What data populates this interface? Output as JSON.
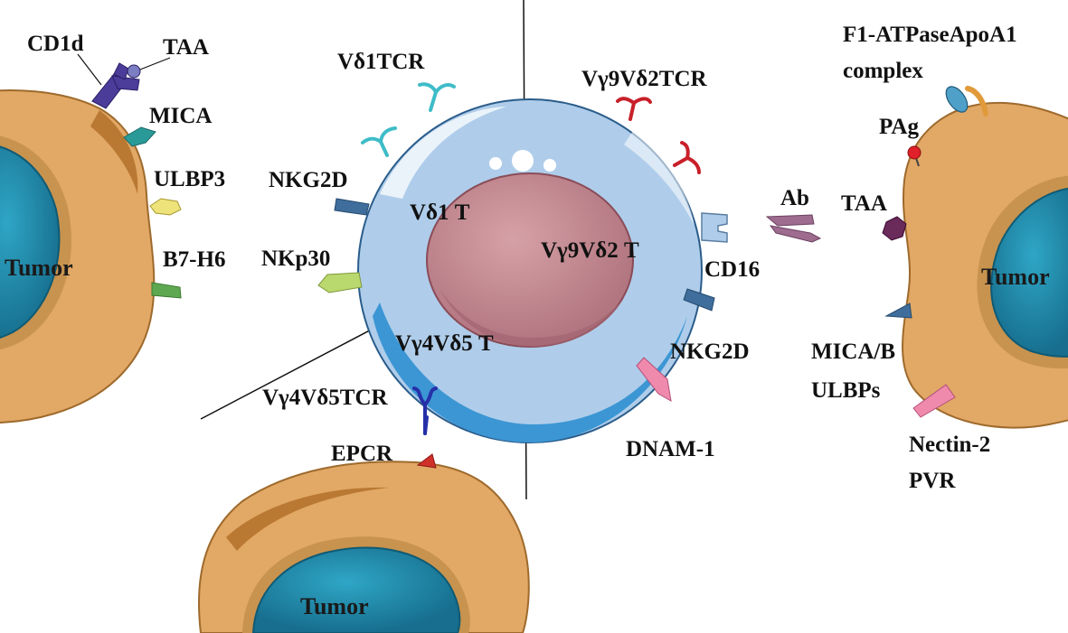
{
  "diagram": {
    "tumors": {
      "left": "Tumor",
      "bottom": "Tumor",
      "right": "Tumor"
    },
    "tcell": {
      "vd1_t": "Vδ1 T",
      "vg9vd2_t": "Vγ9Vδ2 T",
      "vg4vd5_t": "Vγ4Vδ5 T"
    },
    "labels": {
      "cd1d": "CD1d",
      "taa_left": "TAA",
      "mica": "MICA",
      "ulbp3": "ULBP3",
      "b7h6": "B7-H6",
      "vd1tcr": "Vδ1TCR",
      "nkg2d_left": "NKG2D",
      "nkp30": "NKp30",
      "vg4vd5tcr": "Vγ4Vδ5TCR",
      "epcr": "EPCR",
      "vg9vd2tcr": "Vγ9Vδ2TCR",
      "f1_line1": "F1-ATPaseApoA1",
      "f1_line2": "complex",
      "pag": "PAg",
      "ab": "Ab",
      "taa_right": "TAA",
      "cd16": "CD16",
      "nkg2d_right": "NKG2D",
      "mica_b": "MICA/B",
      "ulbps": "ULBPs",
      "dnam1": "DNAM-1",
      "nectin2": "Nectin-2",
      "pvr": "PVR"
    },
    "colors": {
      "tumor_cytoplasm": "#E2A866",
      "tumor_dark": "#B97932",
      "nucleus_teal": "#1E87A8",
      "cell_body": "#AFCDEA",
      "cell_ring": "#3C96D4",
      "cell_nucleus": "#C68A92",
      "cd1d": "#4C3C9A",
      "mica": "#2A9A98",
      "ulbp3": "#EDE37A",
      "b7h6": "#5FA852",
      "tcr_vd1": "#3EBCC8",
      "tcr_vg9vd2": "#C8202A",
      "tcr_vg4vd5": "#2630A8",
      "nkg2d": "#3F6E9C",
      "nkp30": "#B9D86E",
      "epcr": "#D0302A",
      "antibody": "#9E6C8E",
      "cd16": "#AFCDEA",
      "taa_right": "#6A2A5A",
      "dnam1": "#F08AAC",
      "pag": "#E0202A",
      "f1_complex": "#4FA0C8"
    }
  }
}
